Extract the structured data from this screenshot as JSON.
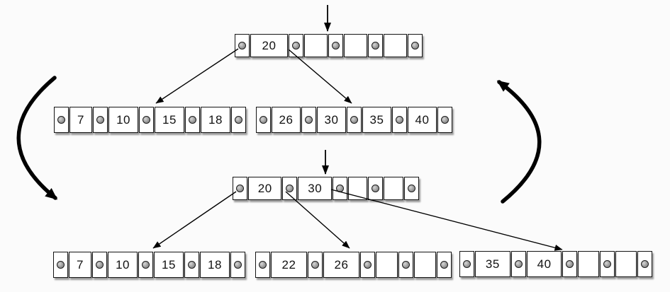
{
  "colors": {
    "background": "#fbfbfb",
    "node_fill": "#ffffff",
    "node_border": "#141414",
    "pointer_dot": "#909090",
    "arrow": "#000000"
  },
  "trees": [
    {
      "root": {
        "keys": [
          "20",
          "",
          "",
          ""
        ]
      },
      "leaves": [
        {
          "keys": [
            "7",
            "10",
            "15",
            "18"
          ]
        },
        {
          "keys": [
            "26",
            "30",
            "35",
            "40"
          ]
        }
      ]
    },
    {
      "root": {
        "keys": [
          "20",
          "30",
          "",
          ""
        ]
      },
      "leaves": [
        {
          "keys": [
            "7",
            "10",
            "15",
            "18"
          ]
        },
        {
          "keys": [
            "22",
            "26",
            "",
            ""
          ]
        },
        {
          "keys": [
            "35",
            "40",
            "",
            ""
          ]
        }
      ]
    }
  ]
}
